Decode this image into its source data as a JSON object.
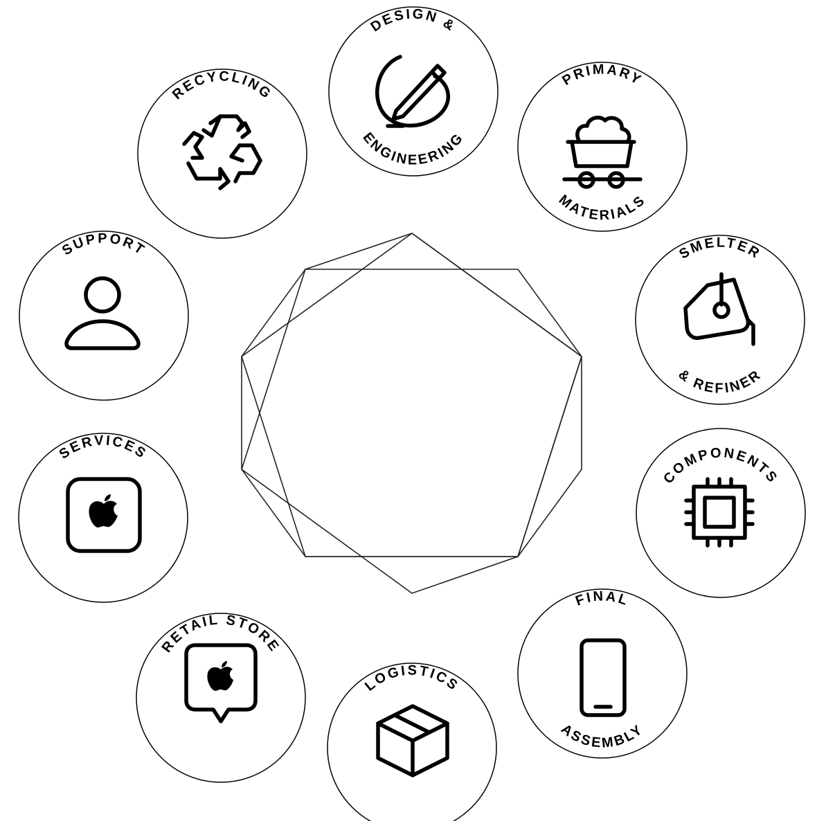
{
  "diagram": {
    "title": "",
    "stages": [
      {
        "id": "design",
        "top": "DESIGN &",
        "bottom": "ENGINEERING",
        "icon": "pencil-loop-icon"
      },
      {
        "id": "primary",
        "top": "PRIMARY",
        "bottom": "MATERIALS",
        "icon": "mine-cart-icon"
      },
      {
        "id": "smelter",
        "top": "SMELTER",
        "bottom": "& REFINER",
        "icon": "crucible-icon"
      },
      {
        "id": "components",
        "top": "COMPONENTS",
        "bottom": "",
        "icon": "chip-icon"
      },
      {
        "id": "final",
        "top": "FINAL",
        "bottom": "ASSEMBLY",
        "icon": "phone-icon"
      },
      {
        "id": "logistics",
        "top": "LOGISTICS",
        "bottom": "",
        "icon": "box-icon"
      },
      {
        "id": "retail",
        "top": "RETAIL STORE",
        "bottom": "",
        "icon": "store-bubble-icon"
      },
      {
        "id": "services",
        "top": "SERVICES",
        "bottom": "",
        "icon": "apple-services-icon"
      },
      {
        "id": "support",
        "top": "SUPPORT",
        "bottom": "",
        "icon": "person-icon"
      },
      {
        "id": "recycling",
        "top": "RECYCLING",
        "bottom": "",
        "icon": "recycle-icon"
      }
    ],
    "colors": {
      "stroke": "#000000",
      "background": "#ffffff"
    }
  }
}
